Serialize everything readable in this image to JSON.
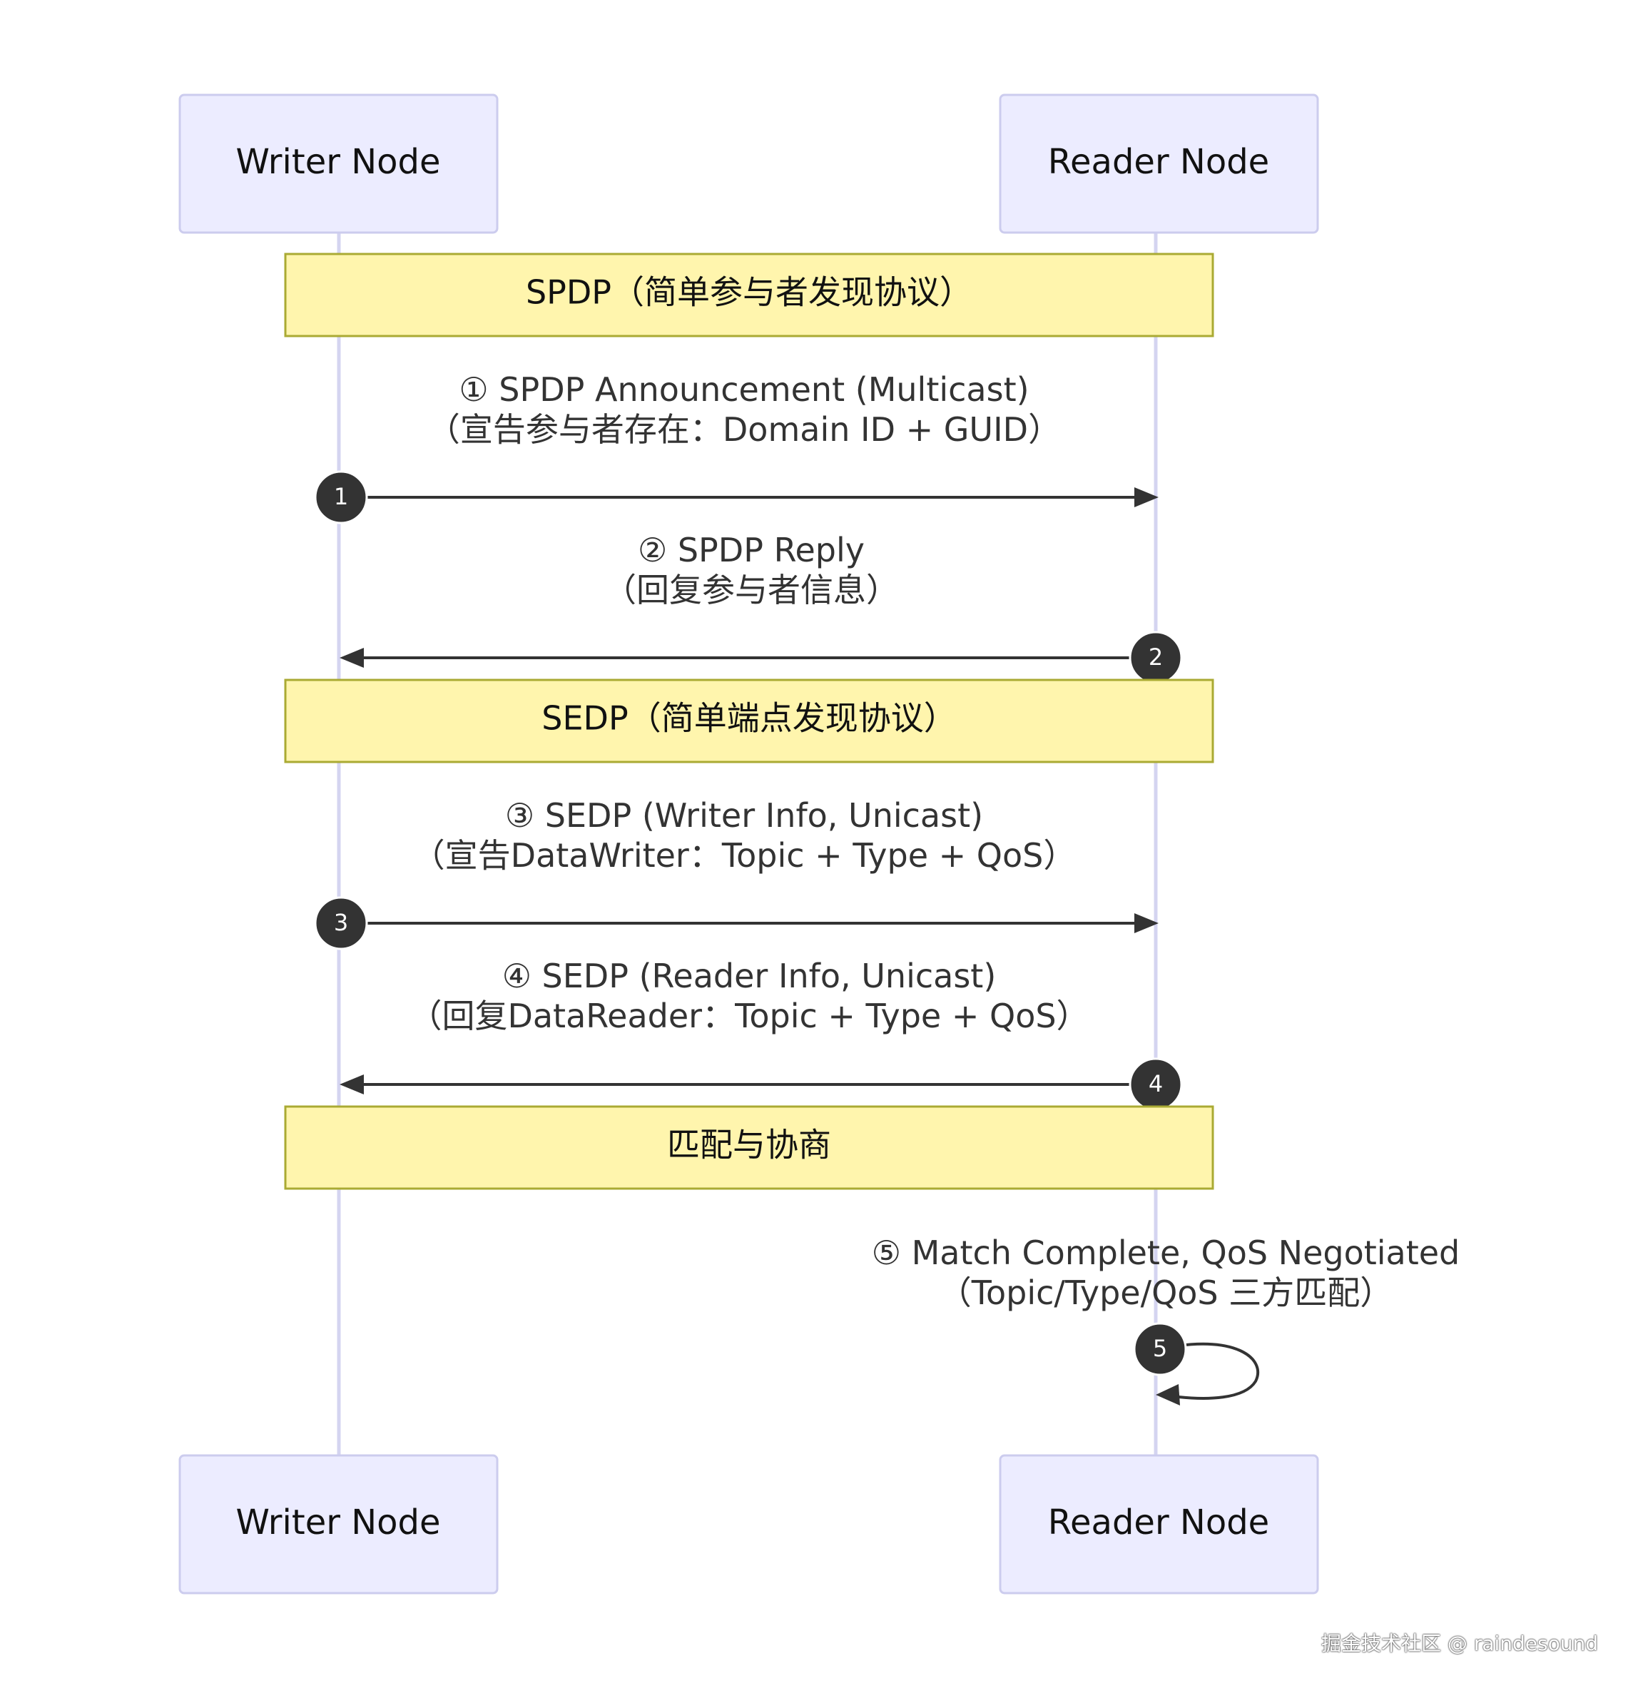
{
  "actors": {
    "writer": "Writer Node",
    "reader": "Reader Node"
  },
  "notes": [
    {
      "text": "SPDP（简单参与者发现协议）"
    },
    {
      "text": "SEDP（简单端点发现协议）"
    },
    {
      "text": "匹配与协商"
    }
  ],
  "messages": [
    {
      "seq": "1",
      "direction": "right",
      "line1": "① SPDP Announcement (Multicast)",
      "line2": "（宣告参与者存在：Domain ID + GUID）"
    },
    {
      "seq": "2",
      "direction": "left",
      "line1": "② SPDP Reply",
      "line2": "（回复参与者信息）"
    },
    {
      "seq": "3",
      "direction": "right",
      "line1": "③ SEDP (Writer Info, Unicast)",
      "line2": "（宣告DataWriter：Topic + Type + QoS）"
    },
    {
      "seq": "4",
      "direction": "left",
      "line1": "④ SEDP (Reader Info, Unicast)",
      "line2": "（回复DataReader：Topic + Type + QoS）"
    },
    {
      "seq": "5",
      "direction": "self",
      "line1": "⑤ Match Complete, QoS Negotiated",
      "line2": "（Topic/Type/QoS 三方匹配）"
    }
  ],
  "watermark": "掘金技术社区 @ raindesound",
  "colors": {
    "actor_fill": "#ECECFF",
    "actor_border": "#CCCCEE",
    "note_fill": "#FFF5AD",
    "note_border": "#AAAA33",
    "line": "#333333",
    "lifeline": "#D4D4F0"
  }
}
